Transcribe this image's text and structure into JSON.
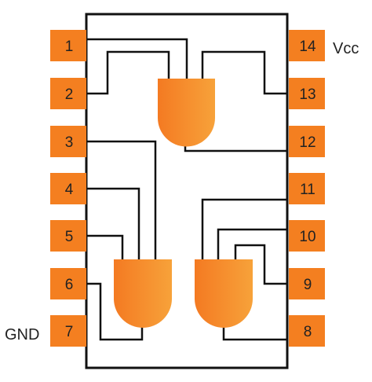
{
  "chip": {
    "pins_left": [
      "1",
      "2",
      "3",
      "4",
      "5",
      "6",
      "7"
    ],
    "pins_right": [
      "14",
      "13",
      "12",
      "11",
      "10",
      "9",
      "8"
    ],
    "vcc_label": "Vcc",
    "gnd_label": "GND"
  },
  "colors": {
    "pin_fill": "#f47f20",
    "gate_fill_light": "#f7a23a",
    "gate_fill_dark": "#ef7522",
    "outline": "#111111"
  }
}
